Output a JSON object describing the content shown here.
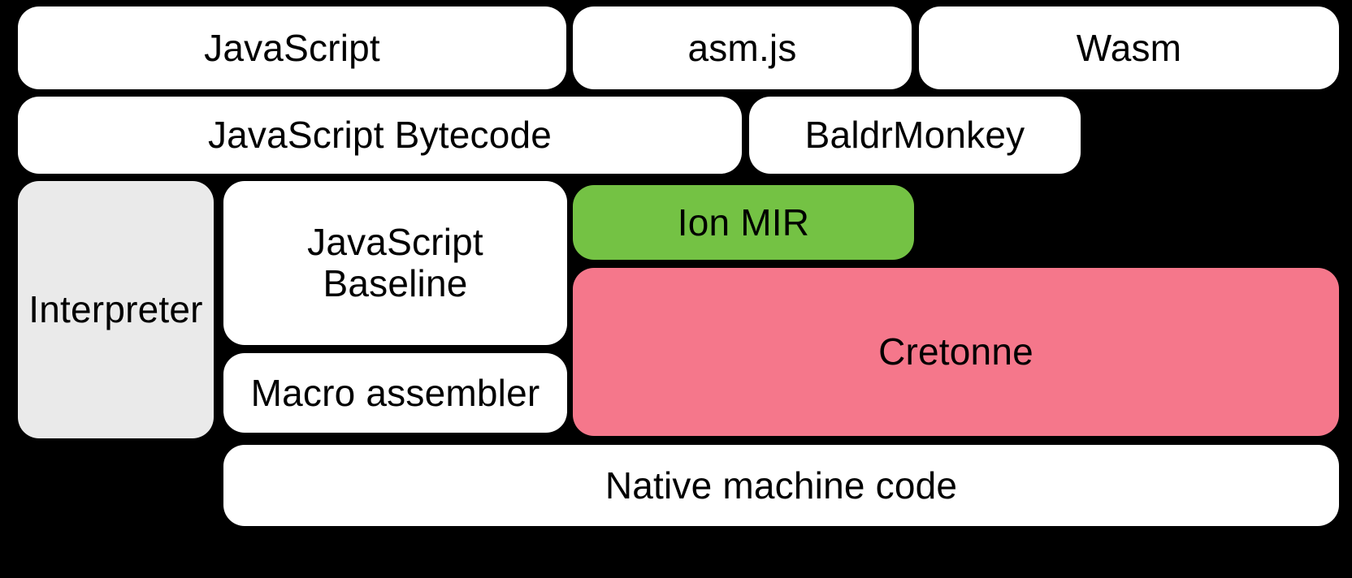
{
  "diagram": {
    "title": "SpiderMonkey compilation pipeline stack",
    "background_color": "#000000",
    "colors": {
      "white": "#FFFFFF",
      "gray": "#EAEAEA",
      "green": "#74C244",
      "pink": "#F5778B",
      "text": "#000000"
    },
    "rows": [
      {
        "name": "source-languages",
        "nodes": [
          {
            "id": "javascript",
            "label": "JavaScript",
            "fill": "white"
          },
          {
            "id": "asmjs",
            "label": "asm.js",
            "fill": "white"
          },
          {
            "id": "wasm",
            "label": "Wasm",
            "fill": "white"
          }
        ]
      },
      {
        "name": "front-end-representations",
        "nodes": [
          {
            "id": "js-bytecode",
            "label": "JavaScript Bytecode",
            "fill": "white"
          },
          {
            "id": "baldrmonkey",
            "label": "BaldrMonkey",
            "fill": "white"
          }
        ]
      },
      {
        "name": "execution-tiers",
        "nodes": [
          {
            "id": "interpreter",
            "label": "Interpreter",
            "fill": "gray"
          },
          {
            "id": "js-baseline",
            "label": "JavaScript\nBaseline",
            "fill": "white"
          },
          {
            "id": "ion-mir",
            "label": "Ion MIR",
            "fill": "green"
          },
          {
            "id": "cretonne",
            "label": "Cretonne",
            "fill": "pink"
          },
          {
            "id": "macro-assembler",
            "label": "Macro assembler",
            "fill": "white"
          }
        ]
      },
      {
        "name": "output",
        "nodes": [
          {
            "id": "native-code",
            "label": "Native machine code",
            "fill": "white"
          }
        ]
      }
    ]
  }
}
